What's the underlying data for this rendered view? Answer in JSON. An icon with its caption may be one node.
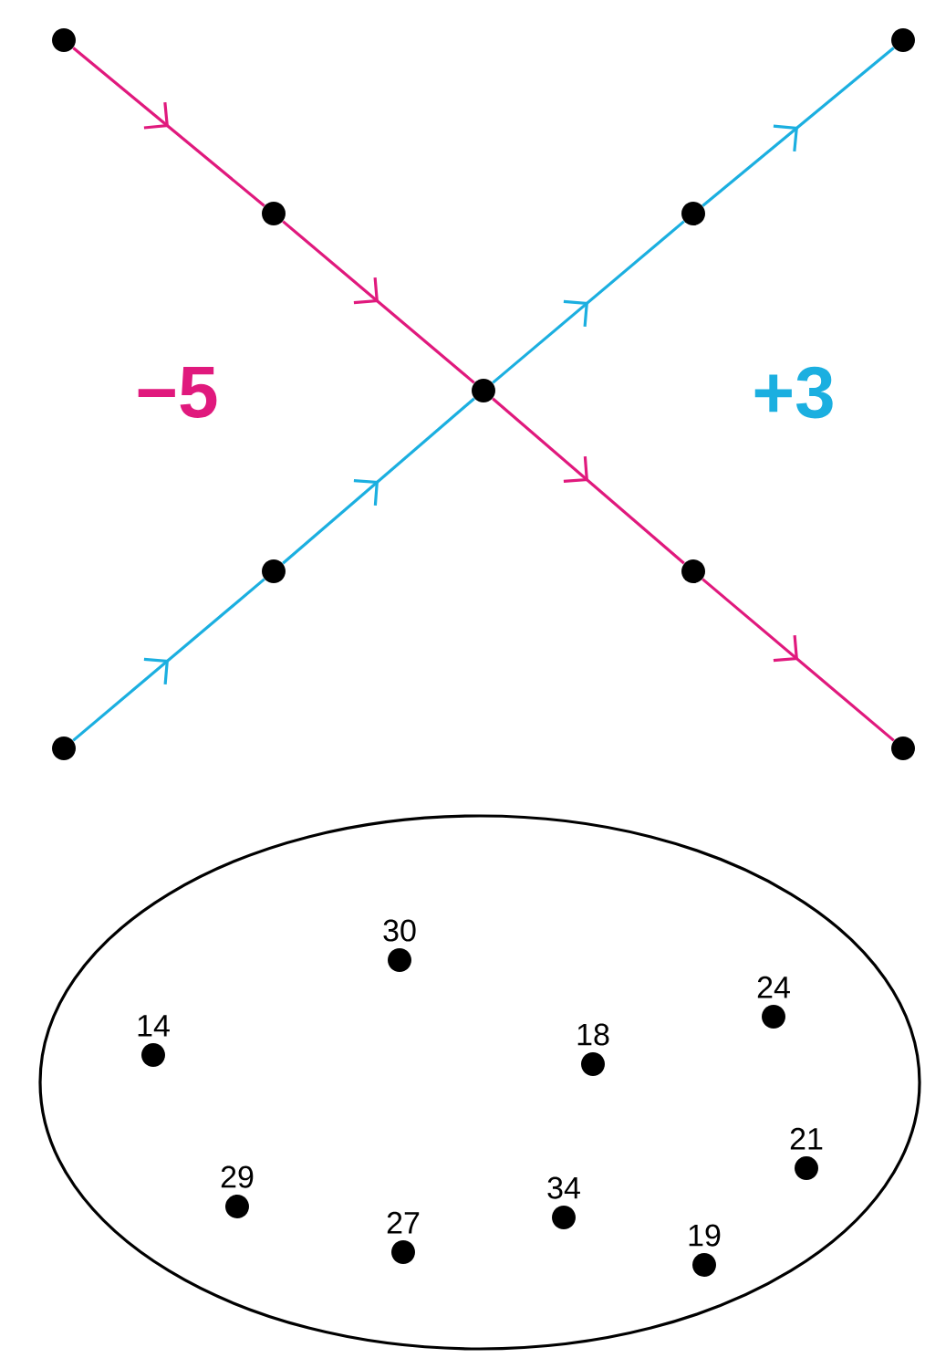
{
  "diagram": {
    "nodes": [
      {
        "text": [],
        "shape": "circle"
      },
      {
        "text": [],
        "shape": "circle"
      },
      {
        "text": [],
        "shape": "circle"
      },
      {
        "text": [],
        "shape": "circle"
      },
      {
        "text": [],
        "shape": "circle"
      },
      {
        "text": [],
        "shape": "circle"
      },
      {
        "text": [],
        "shape": "circle"
      },
      {
        "text": [],
        "shape": "circle"
      },
      {
        "text": [],
        "shape": "circle"
      },
      {
        "text": [],
        "shape": "ellipse"
      },
      {
        "text": [],
        "shape": "circle",
        "in": 9,
        "beside": [
          "30"
        ]
      },
      {
        "text": [],
        "shape": "circle",
        "in": 9,
        "beside": [
          "24"
        ]
      },
      {
        "text": [],
        "shape": "circle",
        "in": 9,
        "beside": [
          "14"
        ]
      },
      {
        "text": [],
        "shape": "circle",
        "in": 9,
        "beside": [
          "18"
        ]
      },
      {
        "text": [],
        "shape": "circle",
        "in": 9,
        "beside": [
          "21"
        ]
      },
      {
        "text": [],
        "shape": "circle",
        "in": 9,
        "beside": [
          "29"
        ]
      },
      {
        "text": [],
        "shape": "circle",
        "in": 9,
        "beside": [
          "34"
        ]
      },
      {
        "text": [],
        "shape": "circle",
        "in": 9,
        "beside": [
          "27"
        ]
      },
      {
        "text": [],
        "shape": "circle",
        "in": 9,
        "beside": [
          "19"
        ]
      }
    ],
    "edges": [
      {
        "from": 0,
        "to": 2,
        "arrow": "to",
        "color": "#e0197d"
      },
      {
        "from": 2,
        "to": 4,
        "arrow": "to",
        "color": "#e0197d"
      },
      {
        "from": 4,
        "to": 6,
        "arrow": "to",
        "color": "#e0197d"
      },
      {
        "from": 6,
        "to": 8,
        "arrow": "to",
        "color": "#e0197d"
      },
      {
        "from": 7,
        "to": 5,
        "arrow": "to",
        "color": "#1bafe0"
      },
      {
        "from": 5,
        "to": 4,
        "arrow": "to",
        "color": "#1bafe0"
      },
      {
        "from": 4,
        "to": 3,
        "arrow": "to",
        "color": "#1bafe0"
      },
      {
        "from": 3,
        "to": 1,
        "arrow": "to",
        "color": "#1bafe0"
      }
    ],
    "labels": [
      "−5",
      "+3"
    ]
  }
}
